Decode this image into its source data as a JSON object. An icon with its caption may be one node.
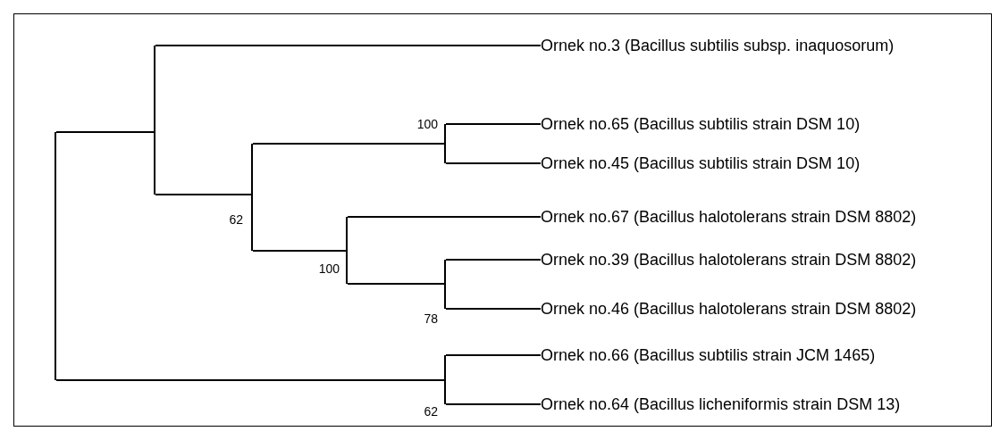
{
  "diagram": {
    "nodes": [
      {
        "text": [],
        "shape": "bar"
      },
      {
        "text": [],
        "shape": "bar"
      },
      {
        "text": [
          "Ornek no.3 (Bacillus subtilis subsp. inaquosorum)"
        ]
      },
      {
        "text": [],
        "shape": "bar",
        "beside": [
          "62"
        ]
      },
      {
        "text": [],
        "shape": "bar",
        "beside": [
          "100"
        ]
      },
      {
        "text": [
          "Ornek no.65 (Bacillus subtilis strain DSM 10)"
        ]
      },
      {
        "text": [
          "Ornek no.45 (Bacillus subtilis strain DSM 10)"
        ]
      },
      {
        "text": [],
        "shape": "bar",
        "beside": [
          "100"
        ]
      },
      {
        "text": [
          "Ornek no.67 (Bacillus halotolerans strain DSM 8802)"
        ]
      },
      {
        "text": [],
        "shape": "bar",
        "beside": [
          "78"
        ]
      },
      {
        "text": [
          "Ornek no.39 (Bacillus halotolerans strain DSM 8802)"
        ]
      },
      {
        "text": [
          "Ornek no.46 (Bacillus halotolerans strain DSM 8802)"
        ]
      },
      {
        "text": [],
        "shape": "bar",
        "beside": [
          "62"
        ]
      },
      {
        "text": [
          "Ornek no.66 (Bacillus subtilis strain JCM 1465)"
        ]
      },
      {
        "text": [
          "Ornek no.64 (Bacillus licheniformis strain DSM 13)"
        ]
      }
    ],
    "edges": [
      {
        "from": 0,
        "to": 1,
        "arrow": "none"
      },
      {
        "from": 0,
        "to": 12,
        "arrow": "none"
      },
      {
        "from": 1,
        "to": 2,
        "arrow": "none"
      },
      {
        "from": 1,
        "to": 3,
        "arrow": "none"
      },
      {
        "from": 3,
        "to": 4,
        "arrow": "none"
      },
      {
        "from": 3,
        "to": 7,
        "arrow": "none"
      },
      {
        "from": 4,
        "to": 5,
        "arrow": "none"
      },
      {
        "from": 4,
        "to": 6,
        "arrow": "none"
      },
      {
        "from": 7,
        "to": 8,
        "arrow": "none"
      },
      {
        "from": 7,
        "to": 9,
        "arrow": "none"
      },
      {
        "from": 9,
        "to": 10,
        "arrow": "none"
      },
      {
        "from": 9,
        "to": 11,
        "arrow": "none"
      },
      {
        "from": 12,
        "to": 13,
        "arrow": "none"
      },
      {
        "from": 12,
        "to": 14,
        "arrow": "none"
      }
    ]
  }
}
